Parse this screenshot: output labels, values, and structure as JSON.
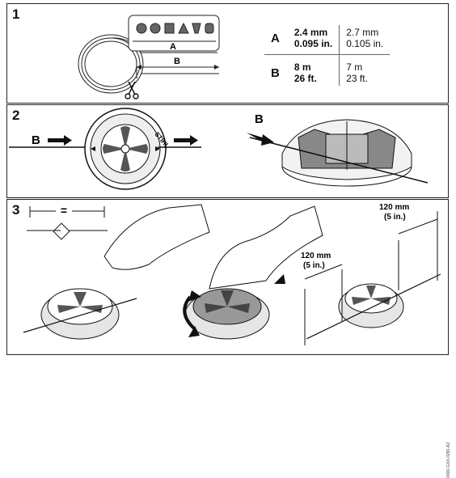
{
  "panel1": {
    "step": "1",
    "label_a": "A",
    "label_b": "B",
    "table": [
      {
        "key": "A",
        "metric_mm": "2.4 mm",
        "metric_in": "0.095 in.",
        "alt_mm": "2.7 mm",
        "alt_in": "0.105 in."
      },
      {
        "key": "B",
        "metric_mm": "8 m",
        "metric_in": "26 ft.",
        "alt_mm": "7 m",
        "alt_in": "23 ft."
      }
    ]
  },
  "panel2": {
    "step": "2",
    "label_b1": "B",
    "label_b2": "B",
    "brand": "STIHL"
  },
  "panel3": {
    "step": "3",
    "equals": "=",
    "dim1": {
      "value": "120 mm",
      "imperial": "(5 in.)"
    },
    "dim2": {
      "value": "120 mm",
      "imperial": "(5 in.)"
    }
  },
  "doc_id": "0000-GXX-0290-A2"
}
